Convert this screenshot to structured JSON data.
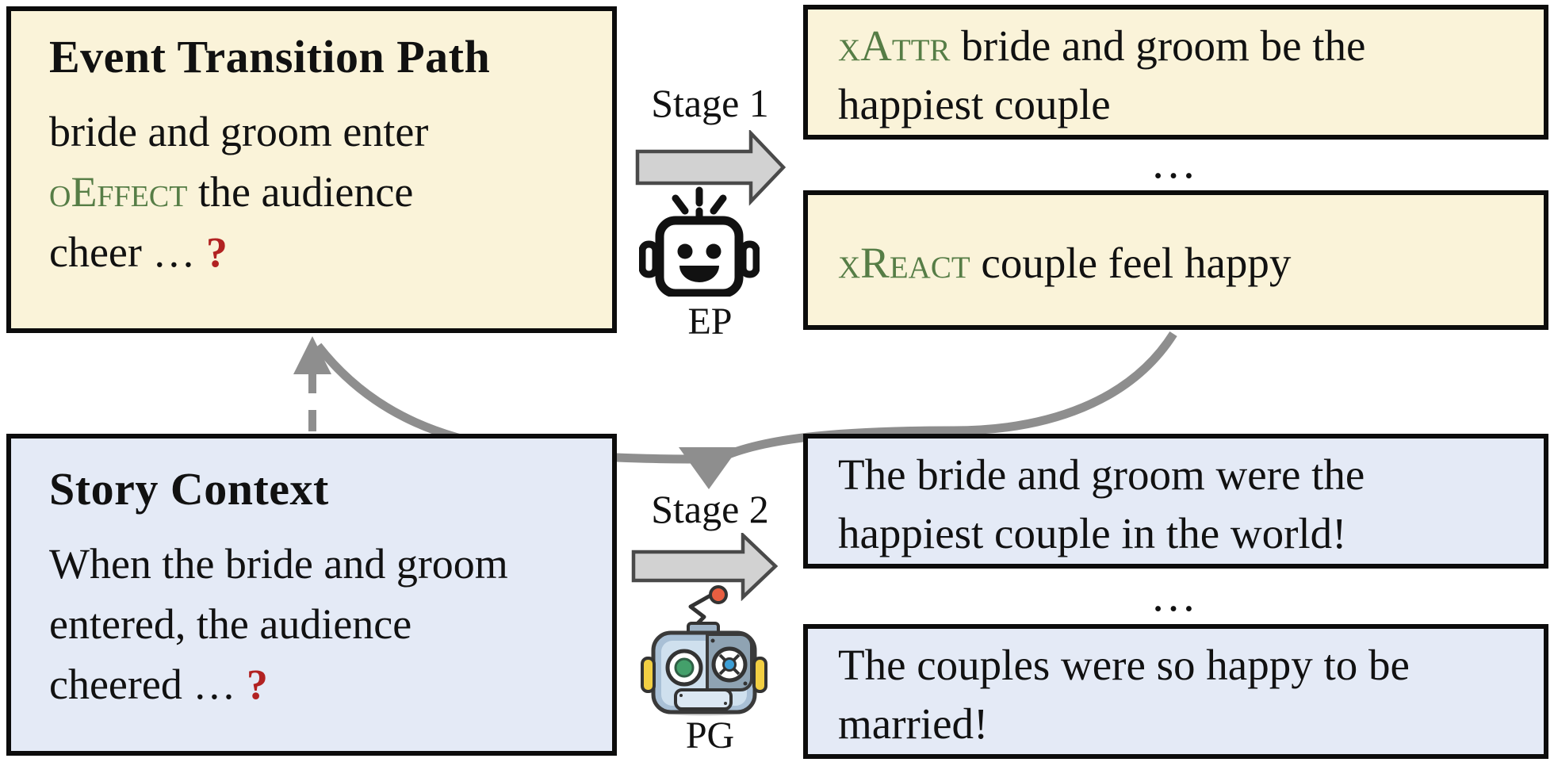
{
  "colors": {
    "box-yellow": "#FAF3D9",
    "box-blue": "#E4EAF6",
    "relation-green": "#567D46",
    "question-red": "#B22222",
    "arrow-gray": "#8E8E8E",
    "block-arrow-fill": "#D2D2D2",
    "block-arrow-stroke": "#4A4A4A",
    "border-black": "#0C0C0C"
  },
  "stage1": {
    "label": "Stage 1",
    "model_label": "EP"
  },
  "stage2": {
    "label": "Stage 2",
    "model_label": "PG"
  },
  "event_transition_path_box": {
    "title": "Event Transition Path",
    "line1": "bride and groom enter",
    "line2_relation": "oEffect",
    "line2_rest": " the audience",
    "line3": "cheer … ",
    "line3_question": "?"
  },
  "story_context_box": {
    "title": "Story Context",
    "line1": "When the bride and groom",
    "line2": "entered, the audience",
    "line3": "cheered … ",
    "line3_question": "?"
  },
  "stage1_outputs": {
    "box1_relation": "xAttr",
    "box1_line1_rest": " bride and groom be the",
    "box1_line2": "happiest couple",
    "ellipsis": "…",
    "box2_relation": "xReact",
    "box2_rest": " couple feel happy"
  },
  "stage2_outputs": {
    "box1_line1": "The bride and groom were the",
    "box1_line2": "happiest couple in the world!",
    "ellipsis": "…",
    "box2_line1": "The couples were so happy to be",
    "box2_line2": "married!"
  }
}
